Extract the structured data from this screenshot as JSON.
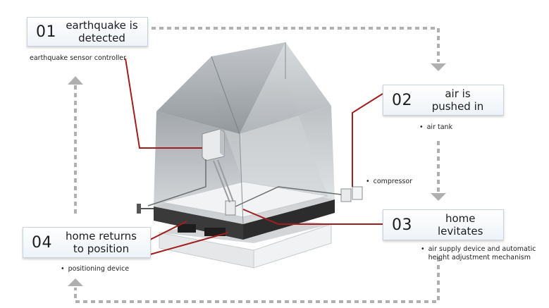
{
  "steps": [
    {
      "number": "01",
      "label": "earthquake is detected",
      "note": "earthquake sensor controller",
      "note_bullet": false
    },
    {
      "number": "02",
      "label": "air is pushed in",
      "note": "air tank",
      "note_bullet": true
    },
    {
      "number": "03",
      "label": "home levitates",
      "note": "air supply device and automatic height adjustment mechanism",
      "note_bullet": true
    },
    {
      "number": "04",
      "label": "home returns to position",
      "note": "positioning device",
      "note_bullet": true
    }
  ],
  "callouts": {
    "compressor": "compressor"
  },
  "colors": {
    "accent_line": "#a01e1e",
    "flow_arrow": "#b0b0b0",
    "house_shell": "#9aa0a6",
    "platform": "#3a3a3a"
  }
}
